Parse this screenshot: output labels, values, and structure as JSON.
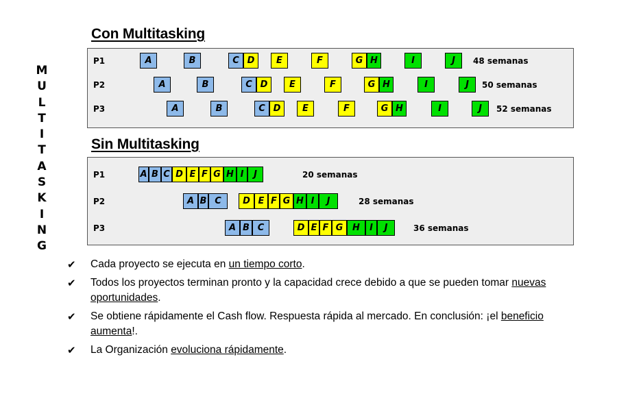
{
  "side_word": "MULTITASKING",
  "colors": {
    "blue": "#8DB9E9",
    "yellow": "#FFFF00",
    "green": "#00E000",
    "panel": "#EEEEEE"
  },
  "sections": [
    {
      "title": "Con Multitasking",
      "rows": [
        {
          "label": "P1",
          "duration": "48 semanas"
        },
        {
          "label": "P2",
          "duration": "50 semanas"
        },
        {
          "label": "P3",
          "duration": "52 semanas"
        }
      ]
    },
    {
      "title": "Sin Multitasking",
      "rows": [
        {
          "label": "P1",
          "duration": "20 semanas"
        },
        {
          "label": "P2",
          "duration": "28 semanas"
        },
        {
          "label": "P3",
          "duration": "36 semanas"
        }
      ]
    }
  ],
  "tasks": [
    {
      "letter": "A",
      "color": "blue"
    },
    {
      "letter": "B",
      "color": "blue"
    },
    {
      "letter": "C",
      "color": "blue"
    },
    {
      "letter": "D",
      "color": "yellow"
    },
    {
      "letter": "E",
      "color": "yellow"
    },
    {
      "letter": "F",
      "color": "yellow"
    },
    {
      "letter": "G",
      "color": "yellow"
    },
    {
      "letter": "H",
      "color": "green"
    },
    {
      "letter": "I",
      "color": "green"
    },
    {
      "letter": "J",
      "color": "green"
    }
  ],
  "bullets": [
    {
      "parts": [
        {
          "text": "Cada proyecto se ejecuta en "
        },
        {
          "text": "un tiempo corto",
          "u": true
        },
        {
          "text": "."
        }
      ]
    },
    {
      "parts": [
        {
          "text": "Todos los proyectos terminan pronto y la capacidad crece debido a que se pueden tomar "
        },
        {
          "text": "nuevas oportunidades",
          "u": true
        },
        {
          "text": "."
        }
      ]
    },
    {
      "parts": [
        {
          "text": "Se obtiene rápidamente el Cash flow. Respuesta rápida al mercado. En conclusión: ¡el "
        },
        {
          "text": "beneficio aumenta",
          "u": true
        },
        {
          "text": "!."
        }
      ]
    },
    {
      "parts": [
        {
          "text": "La Organización "
        },
        {
          "text": "evoluciona rápidamente",
          "u": true
        },
        {
          "text": "."
        }
      ]
    }
  ]
}
